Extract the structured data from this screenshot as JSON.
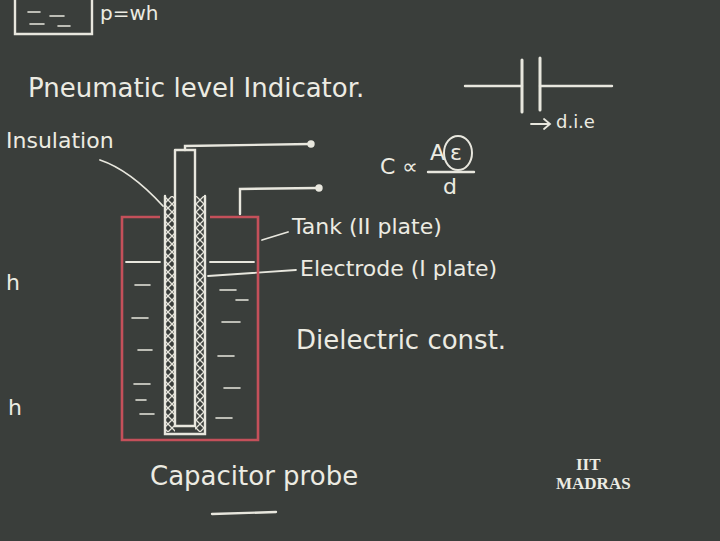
{
  "diagram": {
    "title": "Pneumatic level Indicator.",
    "caption": "Capacitor probe",
    "labels": [
      "p=wh",
      "Insulation",
      "d.i.e",
      "C ∝",
      "A",
      "ε",
      "d",
      "Tank (II plate)",
      "Electrode (I plate)",
      "Dielectric const.",
      "h",
      "h",
      "IIT",
      "MADRAS"
    ]
  }
}
